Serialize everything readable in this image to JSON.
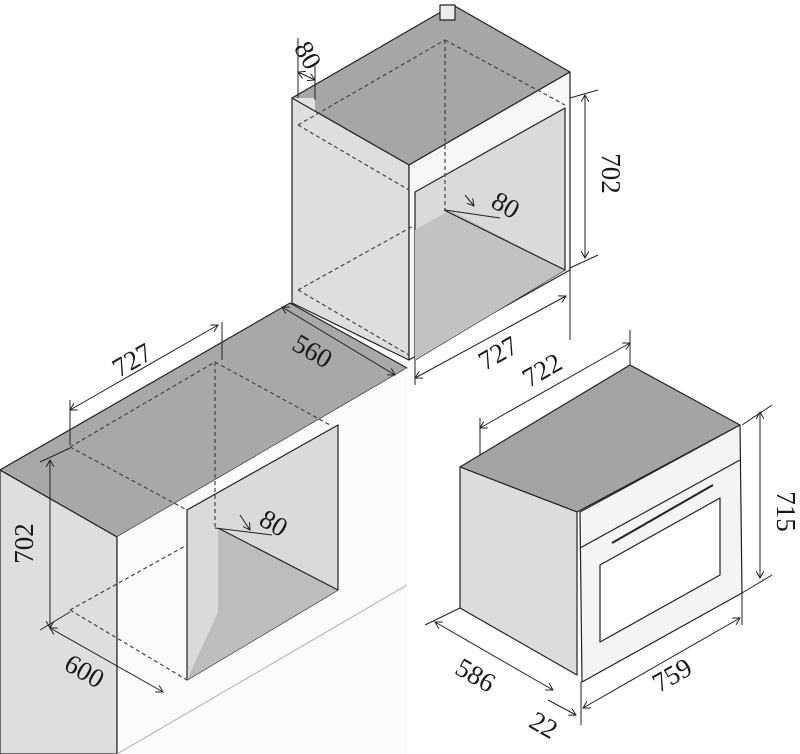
{
  "dimensions": {
    "tall_cabinet": {
      "side_gap": "80",
      "opening_height": "702",
      "rear_gap": "80",
      "opening_width": "727",
      "depth": "560"
    },
    "base_cabinet": {
      "opening_width": "727",
      "opening_height": "702",
      "rear_gap": "80",
      "depth": "600"
    },
    "oven": {
      "body_width": "722",
      "height": "715",
      "body_depth": "586",
      "front_width": "759",
      "panel_depth": "22"
    }
  },
  "colors": {
    "top_face": "#a6a6a6",
    "side_face": "#dcdcdc",
    "opening": "#cfcfcf",
    "line": "#222222"
  }
}
